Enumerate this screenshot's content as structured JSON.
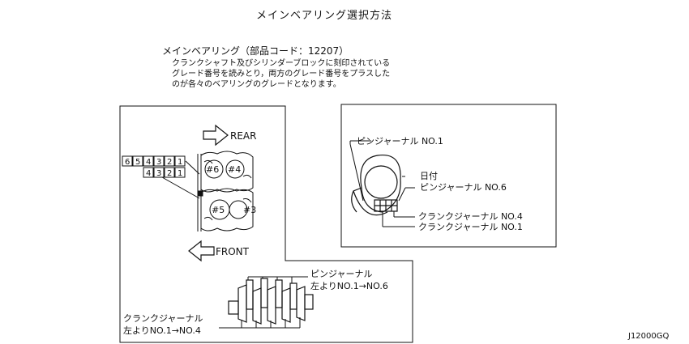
{
  "title": "メインベアリング選択方法",
  "heading": "メインベアリング（部品コード：12207）",
  "description": [
    "クランクシャフト及びシリンダーブロックに刻印されている",
    "グレード番号を読みとり，両方のグレード番号をプラスした",
    "のが各々のベアリングのグレードとなります。"
  ],
  "engine_view": {
    "rear_label": "REAR",
    "front_label": "FRONT",
    "code_row_1": [
      "6",
      "5",
      "4",
      "3",
      "2",
      "1"
    ],
    "code_row_2": [
      "4",
      "3",
      "2",
      "1"
    ],
    "cylinders": [
      "#6",
      "#4",
      "#5",
      "#3"
    ]
  },
  "crank_view": {
    "pin_label": "ピンジャーナル",
    "pin_range": "左よりNO.1→NO.6",
    "crank_label": "クランクジャーナル",
    "crank_range": "左よりNO.1→NO.4"
  },
  "crank_end_view": {
    "pin_no1": "ピンジャーナル NO.1",
    "date": "日付",
    "pin_no6": "ピンジャーナル NO.6",
    "crank_no4": "クランクジャーナル NO.4",
    "crank_no1": "クランクジャーナル NO.1"
  },
  "figure_id": "J12000GQ"
}
